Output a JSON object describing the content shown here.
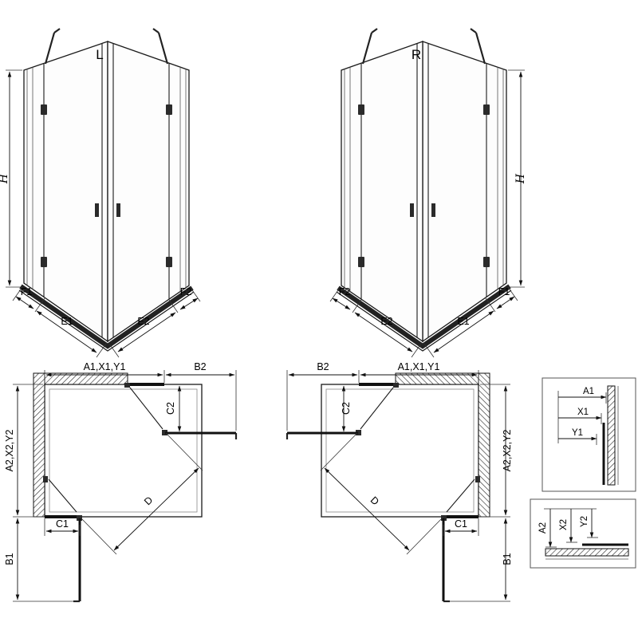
{
  "elevation_views": {
    "left": {
      "label": "L"
    },
    "right": {
      "label": "R"
    },
    "dims": {
      "height": "H",
      "f1": "F1",
      "e1": "E1",
      "e2": "E2",
      "f2": "F2"
    }
  },
  "plan_views": {
    "dims": {
      "a1_group": "A1,X1,Y1",
      "a2_group": "A2,X2,Y2",
      "b1": "B1",
      "b2": "B2",
      "c1": "C1",
      "c2": "C2",
      "d": "D"
    }
  },
  "detail_views": {
    "wall_profile_vertical": {
      "a1": "A1",
      "x1": "X1",
      "y1": "Y1"
    },
    "wall_profile_horizontal": {
      "a2": "A2",
      "x2": "X2",
      "y2": "Y2"
    }
  }
}
